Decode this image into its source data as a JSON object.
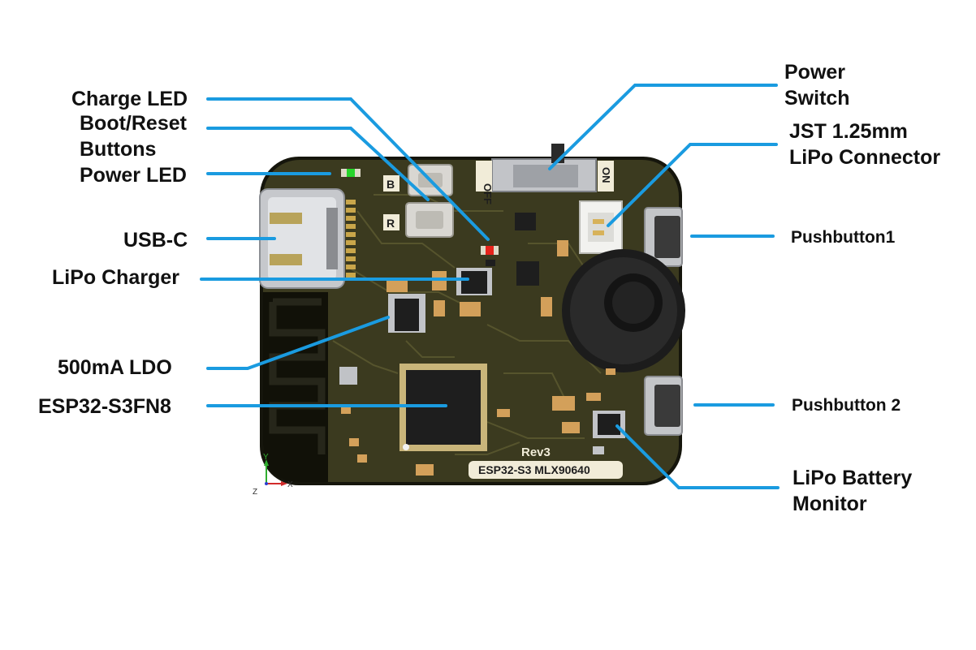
{
  "colors": {
    "leader": "#1a9be0",
    "board": "#3a3a1e",
    "board_dark": "#222214",
    "label_text": "#111111"
  },
  "labels": {
    "charge_led": "Charge LED",
    "boot_reset_line1": "Boot/Reset",
    "boot_reset_line2": "Buttons",
    "power_led": "Power LED",
    "usb_c": "USB-C",
    "lipo_charger": "LiPo Charger",
    "ldo": "500mA LDO",
    "esp32": "ESP32-S3FN8",
    "power_switch_line1": "Power",
    "power_switch_line2": "Switch",
    "jst_line1": "JST 1.25mm",
    "jst_line2": "LiPo Connector",
    "pushbutton1": "Pushbutton1",
    "pushbutton2": "Pushbutton 2",
    "battery_monitor_line1": "LiPo Battery",
    "battery_monitor_line2": "Monitor"
  },
  "silkscreen": {
    "off": "OFF",
    "on": "ON",
    "boot_b": "B",
    "reset_r": "R",
    "rev": "Rev3",
    "board_name": "ESP32-S3 MLX90640",
    "axis_x": "X",
    "axis_y": "Y",
    "axis_z": "Z"
  }
}
